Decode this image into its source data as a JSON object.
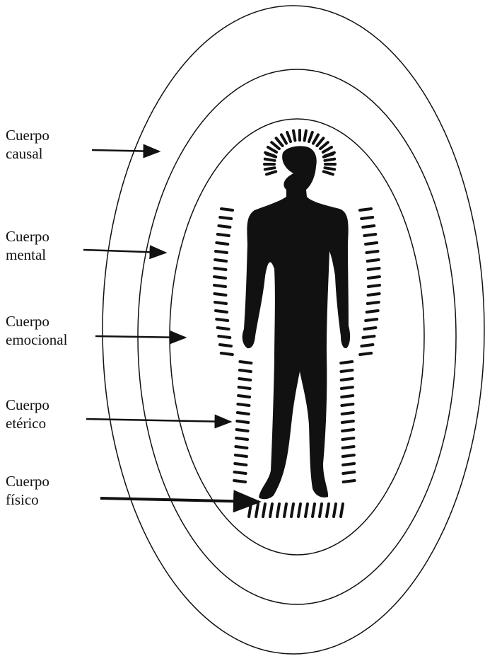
{
  "labels": [
    {
      "id": "causal",
      "line1": "Cuerpo",
      "line2": "causal"
    },
    {
      "id": "mental",
      "line1": "Cuerpo",
      "line2": "mental"
    },
    {
      "id": "emocional",
      "line1": "Cuerpo",
      "line2": "emocional"
    },
    {
      "id": "eterico",
      "line1": "Cuerpo",
      "line2": "etérico"
    },
    {
      "id": "fisico",
      "line1": "Cuerpo",
      "line2": "físico"
    }
  ],
  "colors": {
    "ink": "#111111",
    "background": "#ffffff"
  }
}
